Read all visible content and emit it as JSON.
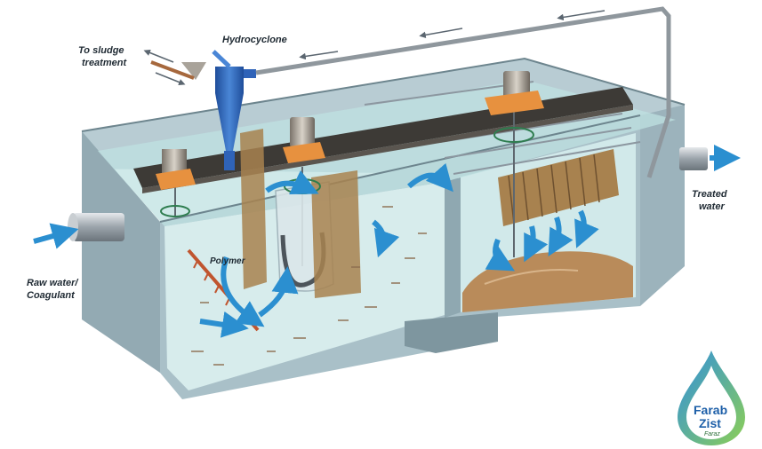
{
  "labels": {
    "hydrocyclone": "Hydrocyclone",
    "sludge_line1": "To sludge",
    "sludge_line2": "treatment",
    "treated_line1": "Treated",
    "treated_line2": "water",
    "raw_line1": "Raw water/",
    "raw_line2": "Coagulant",
    "polymer": "Polymer"
  },
  "logo": {
    "line1": "Farab",
    "line2": "Zist",
    "line3": "Faraz"
  },
  "colors": {
    "water": "#cfe8ea",
    "tank_wall": "#a9c0c8",
    "walkway": "#3d3a36",
    "motor": "#e7913f",
    "arrow": "#2b8fd0",
    "sludge": "#b98b5a",
    "cyclone": "#2f63b8"
  }
}
